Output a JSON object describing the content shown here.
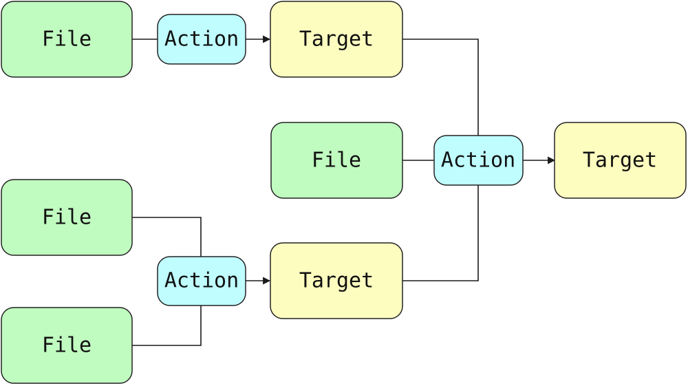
{
  "diagram": {
    "colors": {
      "file": "#c0fbc0",
      "action": "#c0fdff",
      "target": "#fdfdc0",
      "stroke": "#222222",
      "edge": "#1a1a1a"
    },
    "nodes": [
      {
        "id": "file-1",
        "kind": "file",
        "label": "File"
      },
      {
        "id": "action-1",
        "kind": "action",
        "label": "Action"
      },
      {
        "id": "target-1",
        "kind": "target",
        "label": "Target"
      },
      {
        "id": "file-2",
        "kind": "file",
        "label": "File"
      },
      {
        "id": "action-2",
        "kind": "action",
        "label": "Action"
      },
      {
        "id": "target-2",
        "kind": "target",
        "label": "Target"
      },
      {
        "id": "file-3",
        "kind": "file",
        "label": "File"
      },
      {
        "id": "file-4",
        "kind": "file",
        "label": "File"
      },
      {
        "id": "action-3",
        "kind": "action",
        "label": "Action"
      },
      {
        "id": "target-3",
        "kind": "target",
        "label": "Target"
      }
    ],
    "edges": [
      {
        "from": "file-1",
        "to": "action-1",
        "arrow": false
      },
      {
        "from": "action-1",
        "to": "target-1",
        "arrow": true
      },
      {
        "from": "target-1",
        "to": "action-2",
        "arrow": false
      },
      {
        "from": "file-2",
        "to": "action-2",
        "arrow": false
      },
      {
        "from": "target-3",
        "to": "action-2",
        "arrow": false
      },
      {
        "from": "action-2",
        "to": "target-2",
        "arrow": true
      },
      {
        "from": "file-3",
        "to": "action-3",
        "arrow": false
      },
      {
        "from": "file-4",
        "to": "action-3",
        "arrow": false
      },
      {
        "from": "action-3",
        "to": "target-3",
        "arrow": true
      }
    ]
  }
}
